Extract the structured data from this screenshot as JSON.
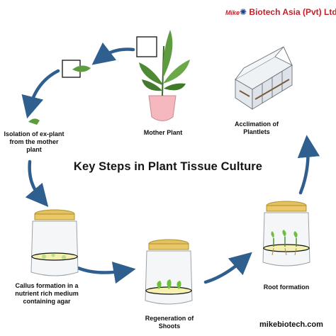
{
  "brand": {
    "prefix": "Mike",
    "name": "Biotech Asia (Pvt) Ltd"
  },
  "title": "Key Steps in Plant Tissue Culture",
  "website": "mikebiotech.com",
  "steps": [
    {
      "id": "mother",
      "label": "Mother Plant"
    },
    {
      "id": "isolation",
      "label": "Isolation of ex-plant from the mother plant"
    },
    {
      "id": "callus",
      "label": "Callus formation in a nutrient rich medium containing agar"
    },
    {
      "id": "shoots",
      "label": "Regeneration of Shoots"
    },
    {
      "id": "roots",
      "label": "Root formation"
    },
    {
      "id": "acclimation",
      "label": "Acclimation of Plantlets"
    }
  ],
  "colors": {
    "arrow": "#2f5f8f",
    "pot": "#f5b8be",
    "leaf": "#78c04a",
    "agar": "#f3f0b0",
    "brand_red": "#c6202a",
    "brand_blue": "#1d3f86"
  }
}
